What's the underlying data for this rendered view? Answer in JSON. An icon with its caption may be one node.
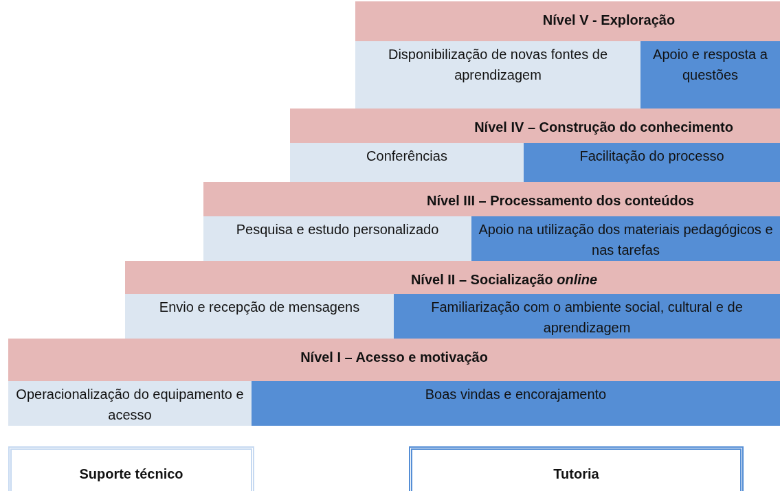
{
  "diagram": {
    "nodes": [
      {
        "text": [
          "Nível V - Exploração"
        ]
      },
      {
        "text": [
          "Disponibilização de novas  fontes de aprendizagem"
        ]
      },
      {
        "text": [
          "Apoio e resposta a questões"
        ]
      },
      {
        "text": [
          "Nível IV – Construção do conhecimento"
        ]
      },
      {
        "text": [
          "Conferências"
        ]
      },
      {
        "text": [
          "Facilitação do processo"
        ]
      },
      {
        "text": [
          "Nível III – Processamento dos conteúdos"
        ]
      },
      {
        "text": [
          "Pesquisa e estudo personalizado"
        ]
      },
      {
        "text": [
          "Apoio na utilização dos materiais pedagógicos e nas tarefas"
        ]
      },
      {
        "text": [
          "Nível II – Socialização *online*"
        ]
      },
      {
        "text": [
          "Envio e recepção de mensagens"
        ]
      },
      {
        "text": [
          "Familiarização com o ambiente social, cultural e de aprendizagem"
        ]
      },
      {
        "text": [
          "Nível I – Acesso e motivação"
        ]
      },
      {
        "text": [
          "Operacionalização do equipamento e acesso"
        ]
      },
      {
        "text": [
          "Boas vindas e encorajamento"
        ]
      },
      {
        "text": [
          "Suporte técnico"
        ]
      },
      {
        "text": [
          "Tutoria"
        ]
      }
    ]
  }
}
